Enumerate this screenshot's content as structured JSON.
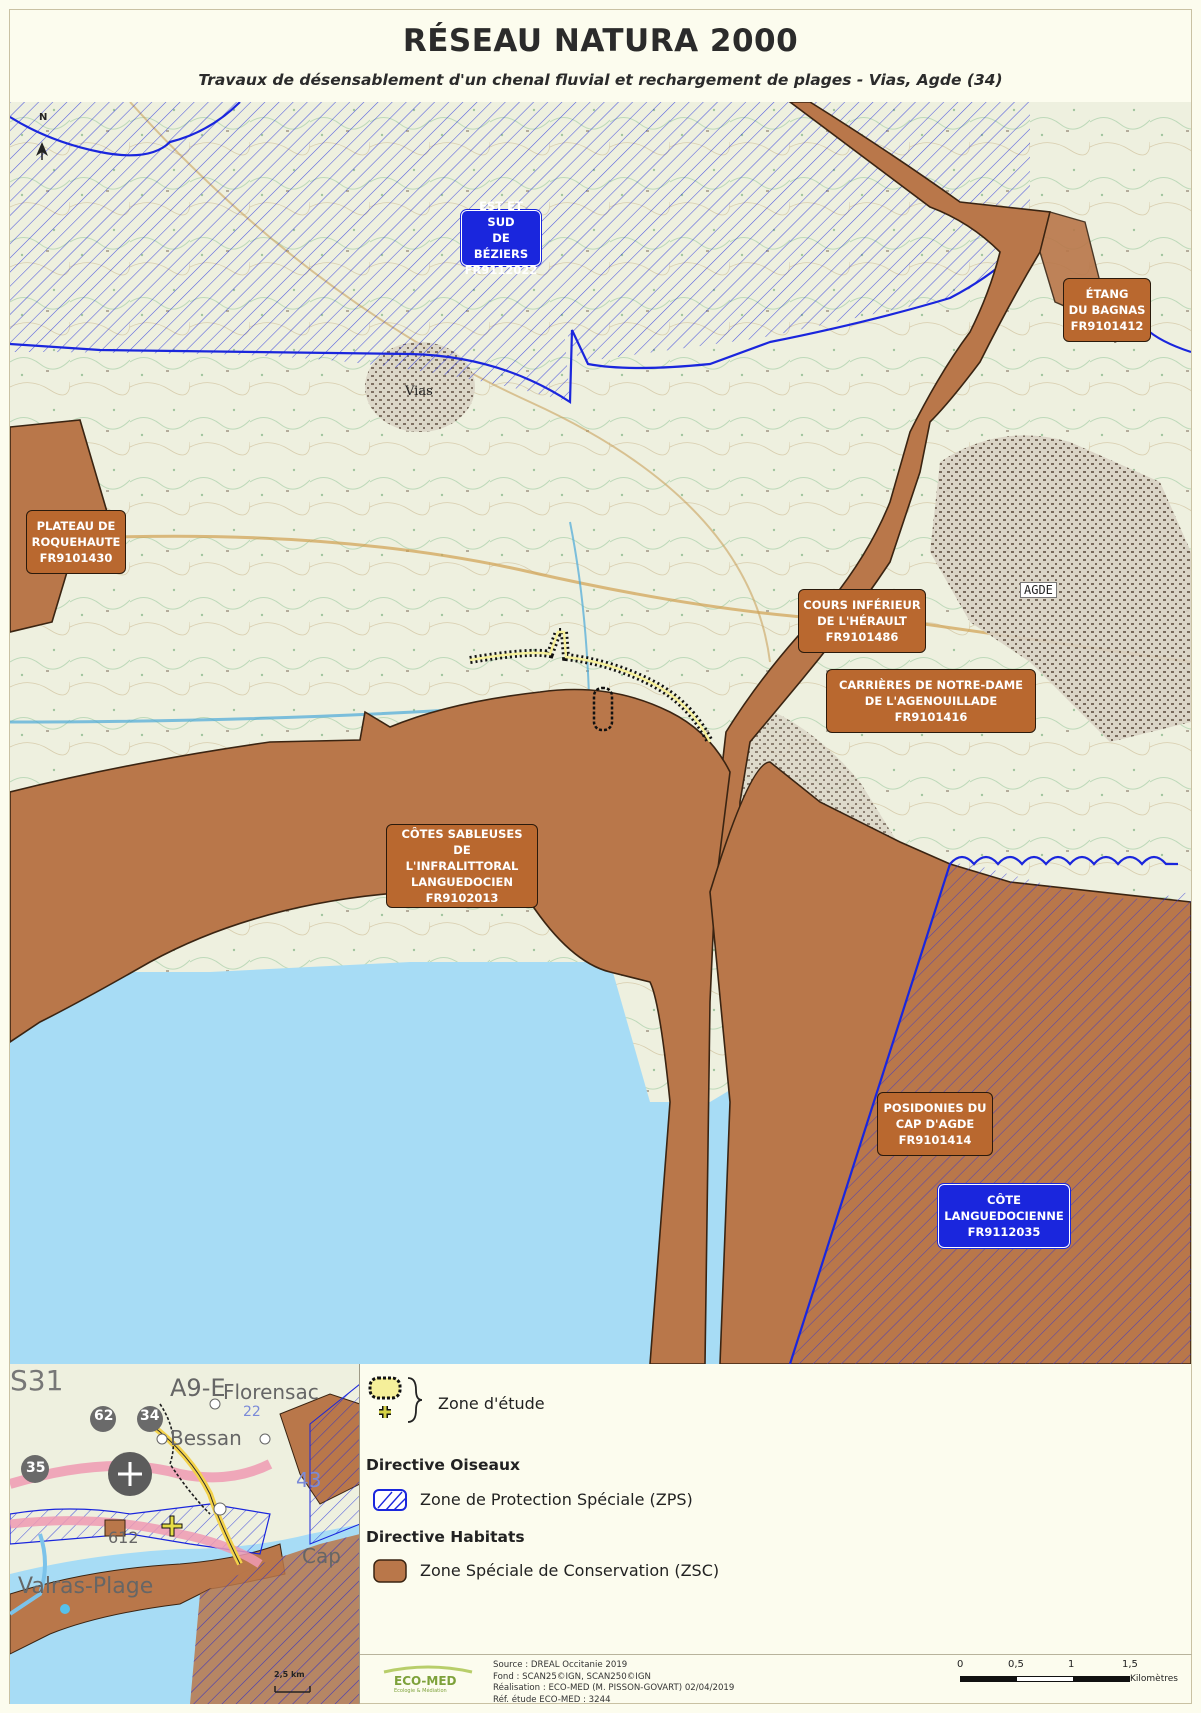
{
  "header": {
    "title": "RÉSEAU NATURA 2000",
    "subtitle": "Travaux de désensablement d'un chenal fluvial et rechargement de plages - Vias, Agde (34)"
  },
  "map": {
    "north_label": "N",
    "place_labels": {
      "vias": "Vias",
      "agde": "AGDE"
    },
    "sites": [
      {
        "lines": [
          "EST ET SUD",
          "DE BÉZIERS",
          "FR9112022"
        ],
        "type": "ZPS"
      },
      {
        "lines": [
          "ÉTANG",
          "DU BAGNAS",
          "FR9101412"
        ],
        "type": "ZSC"
      },
      {
        "lines": [
          "PLATEAU DE",
          "ROQUEHAUTE",
          "FR9101430"
        ],
        "type": "ZSC"
      },
      {
        "lines": [
          "COURS INFÉRIEUR",
          "DE L'HÉRAULT",
          "FR9101486"
        ],
        "type": "ZSC"
      },
      {
        "lines": [
          "CARRIÈRES DE NOTRE-DAME",
          "DE L'AGENOUILLADE",
          "FR9101416"
        ],
        "type": "ZSC"
      },
      {
        "lines": [
          "CÔTES SABLEUSES DE",
          "L'INFRALITTORAL",
          "LANGUEDOCIEN",
          "FR9102013"
        ],
        "type": "ZSC"
      },
      {
        "lines": [
          "POSIDONIES DU",
          "CAP D'AGDE",
          "FR9101414"
        ],
        "type": "ZSC"
      },
      {
        "lines": [
          "CÔTE",
          "LANGUEDOCIENNE",
          "FR9112035"
        ],
        "type": "ZPS"
      }
    ],
    "colors": {
      "zsc_fill": "#b9774a",
      "zps_line": "#1a26dd",
      "sea": "#a7dcf5",
      "land": "#eef0e0"
    }
  },
  "inset": {
    "labels": {
      "florensac": "Florensac",
      "bessan": "Bessan",
      "valras": "Valras-Plage",
      "road_62": "62",
      "road_34": "34",
      "road_35": "35",
      "dept": "S31",
      "dept2": "22",
      "dept3": "43",
      "road_a9": "A9-E",
      "road_612": "612",
      "cap": "Cap"
    },
    "scale_label": "2,5 km"
  },
  "legend": {
    "zone_etude": "Zone d'étude",
    "directive_oiseaux": "Directive Oiseaux",
    "zps": "Zone de Protection Spéciale (ZPS)",
    "directive_habitats": "Directive Habitats",
    "zsc": "Zone Spéciale de Conservation (ZSC)"
  },
  "footer": {
    "logo_text": "ECO-MED",
    "logo_sub": "Ecologie & Médiation",
    "source_lines": [
      "Source : DREAL Occitanie 2019",
      "Fond : SCAN25©IGN, SCAN250©IGN",
      "Réalisation : ECO-MED (M. PISSON-GOVART) 02/04/2019",
      "Réf. étude ECO-MED : 3244"
    ],
    "scale_ticks": [
      "0",
      "0,5",
      "1",
      "1,5"
    ],
    "scale_unit": "Kilomètres"
  }
}
